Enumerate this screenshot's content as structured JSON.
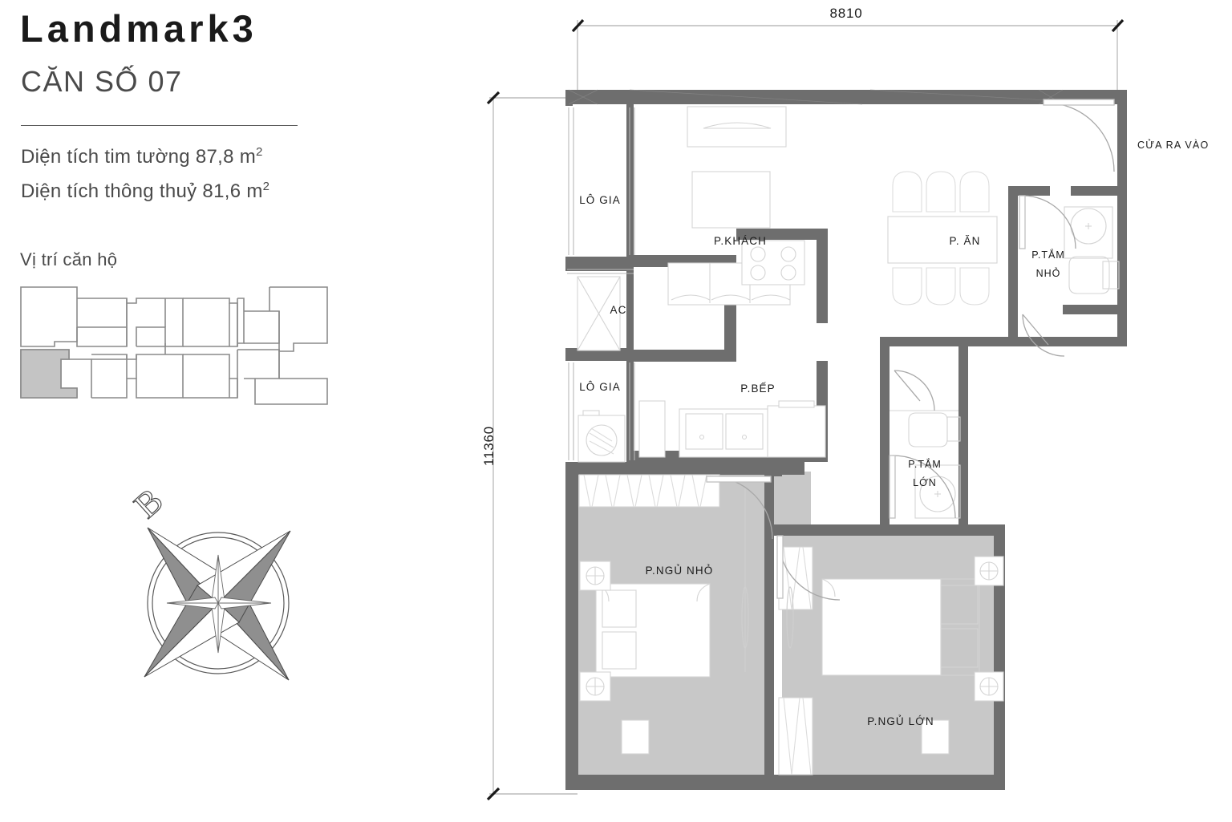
{
  "header": {
    "project_title": "Landmark3",
    "unit_subtitle": "CĂN SỐ 07",
    "area_gross": "Diện tích tim tường 87,8 m",
    "area_gross_sup": "2",
    "area_net": "Diện tích thông thuỷ 81,6 m",
    "area_net_sup": "2",
    "position_label": "Vị trí căn hộ"
  },
  "compass": {
    "north_label": "B"
  },
  "dimensions": {
    "width_mm": "8810",
    "height_mm": "11360"
  },
  "rooms": {
    "loggia_top": "LÔ GIA",
    "loggia_bottom": "LÔ GIA",
    "ac": "AC",
    "living": "P.KHÁCH",
    "dining": "P. ĂN",
    "kitchen": "P.BẾP",
    "bath_small_line1": "P.TẮM",
    "bath_small_line2": "NHỎ",
    "bath_large_line1": "P.TẮM",
    "bath_large_line2": "LỚN",
    "bedroom_small": "P.NGỦ NHỎ",
    "bedroom_large": "P.NGỦ LỚN"
  },
  "annotations": {
    "entrance_door": "CỬA RA VÀO"
  },
  "colors": {
    "wall": "#6e6e6e",
    "wall_dark": "#5e5e5e",
    "floor_fill": "#c8c8c8",
    "furniture_line": "#d0d0d0",
    "highlight_unit": "#c4c4c4",
    "diagram_line": "#8a8a8a",
    "text_dark": "#1a1a1a",
    "text_gray": "#4a4a4a"
  }
}
